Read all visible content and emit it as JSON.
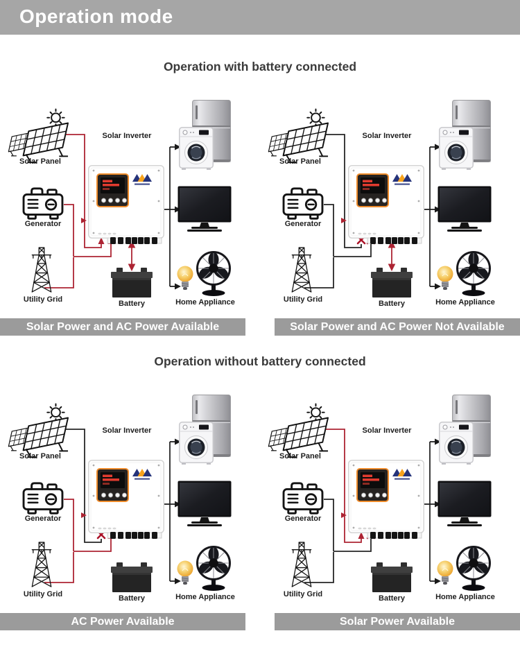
{
  "header": {
    "title": "Operation mode"
  },
  "colors": {
    "header_bg": "#a6a6a6",
    "header_text": "#ffffff",
    "heading_text": "#3a3a3a",
    "caption_bg": "#9b9b9b",
    "caption_text": "#ffffff",
    "wire_live": "#ad2433",
    "wire_dead": "#262626",
    "blocked_x": "#ab1228",
    "appliance_wire": "#1a1a1a",
    "inverter_accent": "#ef8b2a",
    "logo_navy": "#25337a",
    "logo_orange": "#f6a21c"
  },
  "sections": [
    {
      "heading": "Operation with battery connected",
      "quadrants": [
        {
          "caption": "Solar Power and AC Power Available",
          "labels": {
            "inverter": "Solar Inverter",
            "solar_panel": "Solar Panel",
            "generator": "Generator",
            "utility_grid": "Utility Grid",
            "battery": "Battery",
            "home_appliance": "Home Appliance"
          },
          "wires": {
            "solar_live": true,
            "solar_blocked": false,
            "ac_live": true,
            "ac_blocked": false,
            "battery_link": true
          }
        },
        {
          "caption": "Solar Power and AC Power Not Available",
          "labels": {
            "inverter": "Solar Inverter",
            "solar_panel": "Solar Panel",
            "generator": "Generator",
            "utility_grid": "Utility Grid",
            "battery": "Battery",
            "home_appliance": "Home Appliance"
          },
          "wires": {
            "solar_live": false,
            "solar_blocked": true,
            "ac_live": false,
            "ac_blocked": true,
            "battery_link": true
          }
        }
      ]
    },
    {
      "heading": "Operation without battery connected",
      "quadrants": [
        {
          "caption": "AC Power Available",
          "labels": {
            "inverter": "Solar Inverter",
            "solar_panel": "Solar Panel",
            "generator": "Generator",
            "utility_grid": "Utility Grid",
            "battery": "Battery",
            "home_appliance": "Home Appliance"
          },
          "wires": {
            "solar_live": false,
            "solar_blocked": true,
            "ac_live": true,
            "ac_blocked": false,
            "battery_link": false
          }
        },
        {
          "caption": "Solar Power Available",
          "labels": {
            "inverter": "Solar Inverter",
            "solar_panel": "Solar Panel",
            "generator": "Generator",
            "utility_grid": "Utility Grid",
            "battery": "Battery",
            "home_appliance": "Home Appliance"
          },
          "wires": {
            "solar_live": true,
            "solar_blocked": false,
            "ac_live": false,
            "ac_blocked": true,
            "battery_link": false
          }
        }
      ]
    }
  ]
}
